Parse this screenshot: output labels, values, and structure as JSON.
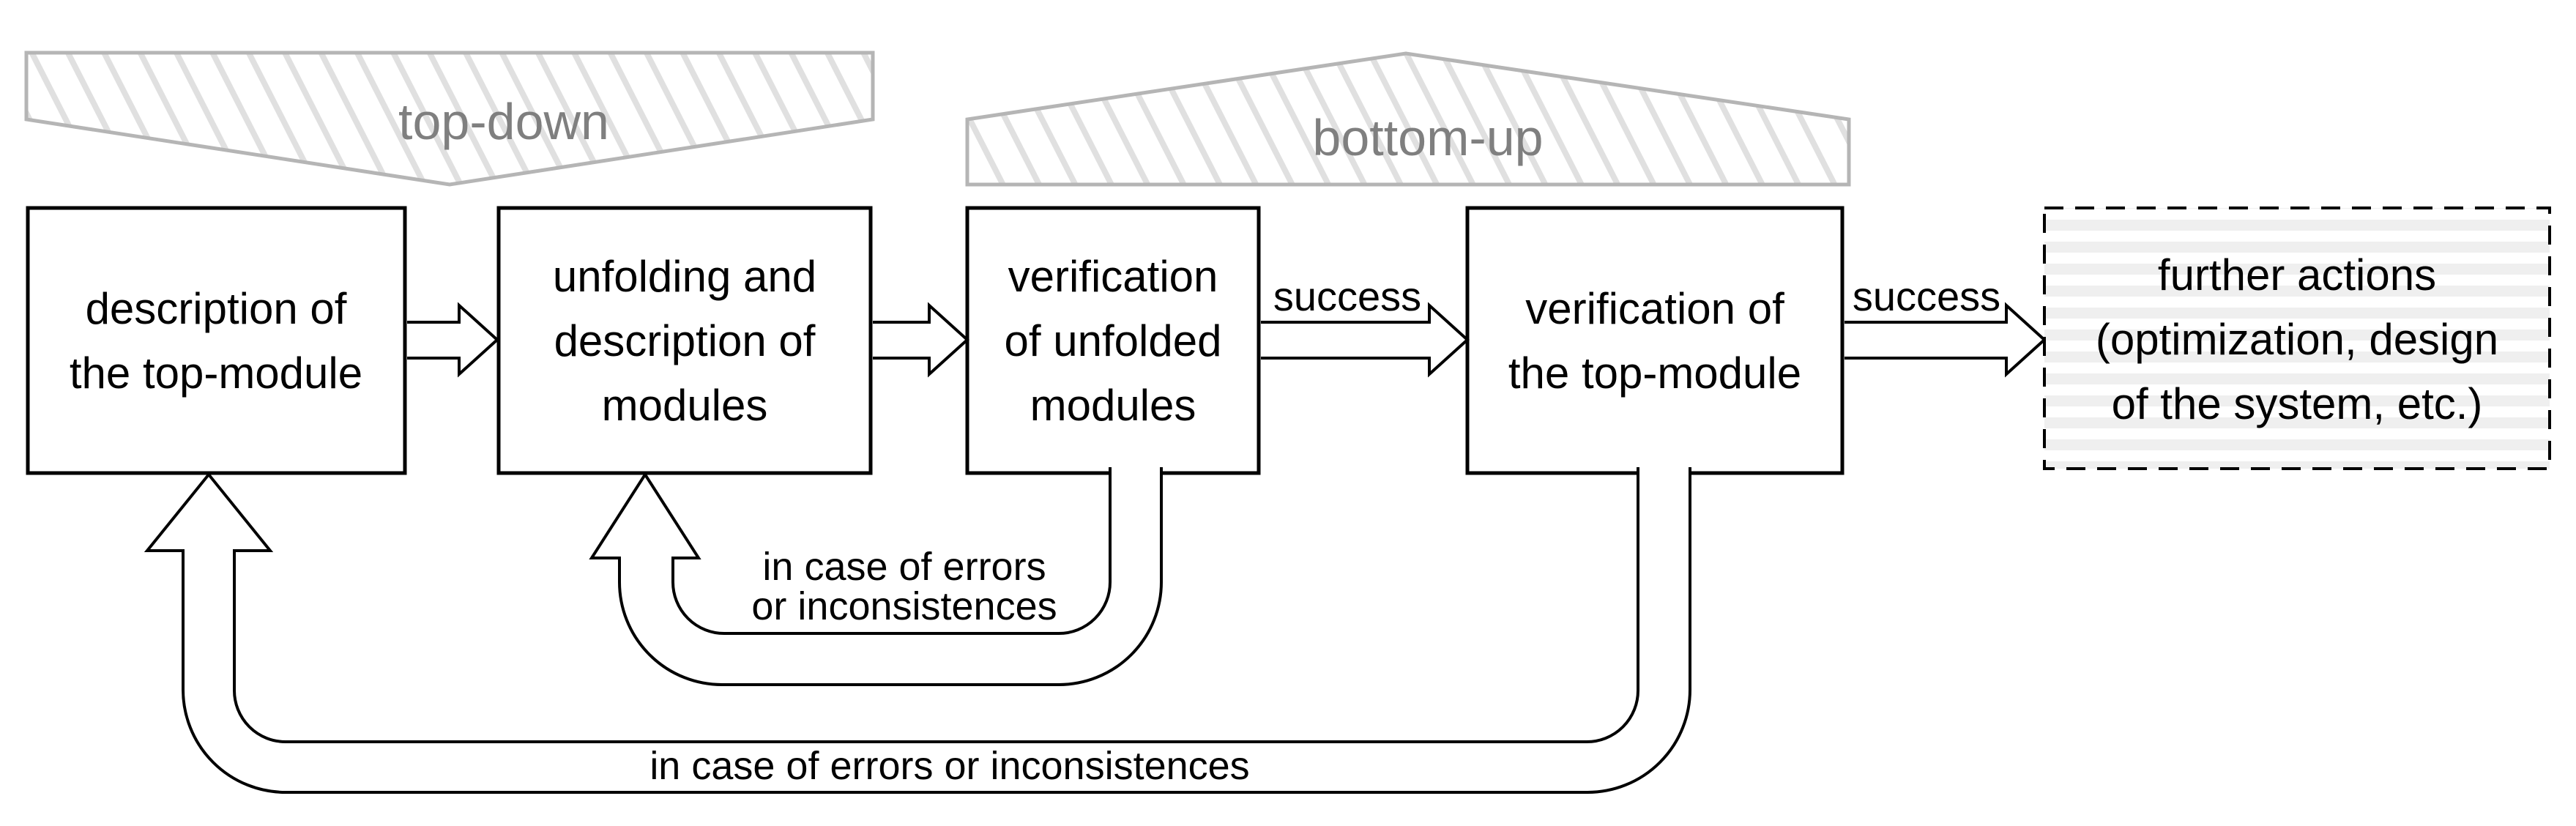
{
  "banners": {
    "top_down": "top-down",
    "bottom_up": "bottom-up"
  },
  "boxes": [
    {
      "name": "description of the top-module",
      "lines": [
        "description of",
        "the top-module"
      ]
    },
    {
      "name": "unfolding and description of modules",
      "lines": [
        "unfolding and",
        "description of",
        "modules"
      ]
    },
    {
      "name": "verification of unfolded modules",
      "lines": [
        "verification",
        "of unfolded",
        "modules"
      ]
    },
    {
      "name": "verification of the top-module",
      "lines": [
        "verification of",
        "the top-module"
      ]
    },
    {
      "name": "further actions",
      "lines": [
        "further actions",
        "(optimization, design",
        "of the system, etc.)"
      ]
    }
  ],
  "labels": {
    "success_1": "success",
    "success_2": "success"
  },
  "feedback": {
    "loop_unfolded": {
      "lines": [
        "in case of errors",
        "or inconsistences"
      ]
    },
    "loop_top_module": {
      "label": "in case of errors or inconsistences"
    }
  },
  "colors": {
    "line": "#000000",
    "banner_border": "#b5b5b5",
    "banner_text": "#7f7f7f",
    "hatch_line": "#e0e0e0",
    "stripe": "#efefef",
    "background": "#ffffff"
  }
}
